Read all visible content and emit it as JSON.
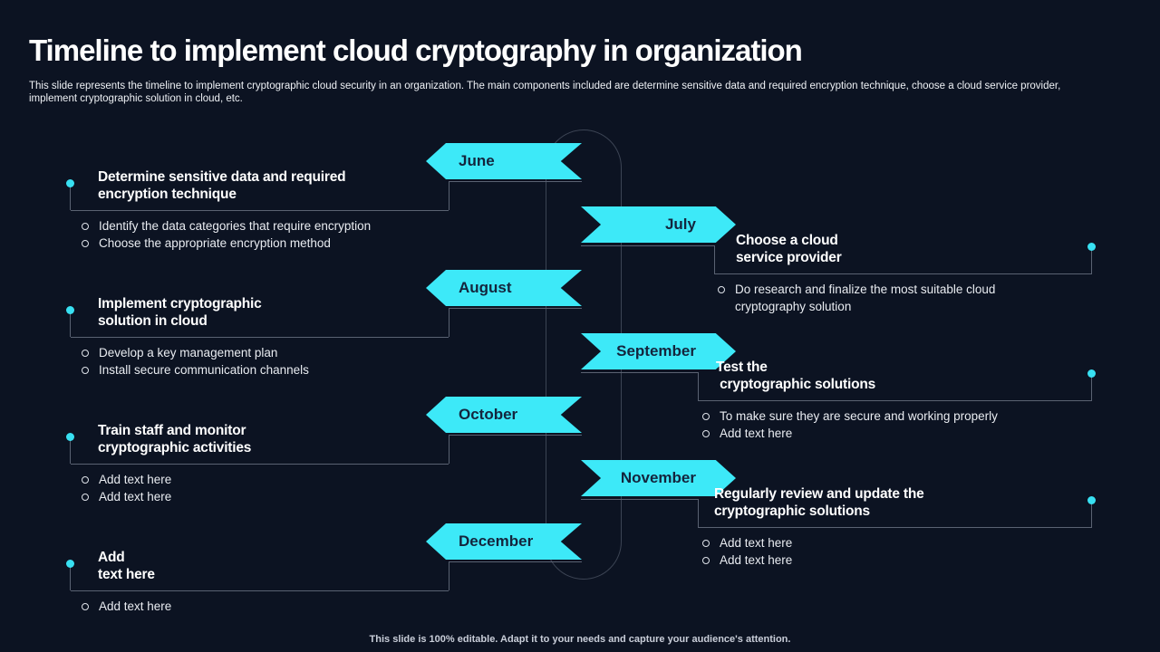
{
  "slide": {
    "title": "Timeline to implement cloud cryptography in organization",
    "subtitle": "This slide represents the timeline to implement cryptographic cloud security in an organization. The main components included are determine sensitive data and required encryption technique, choose a cloud service provider, implement cryptographic solution in cloud, etc.",
    "footer": "This slide is 100% editable.  Adapt it to your needs and capture your audience's attention."
  },
  "colors": {
    "background": "#0C1322",
    "accent_cyan": "#3DE9F8",
    "month_text": "#14253D",
    "line_gray": "#5A6272",
    "capsule_gray": "#3C4454",
    "dot_cyan": "#38E0F2",
    "text_white": "#FFFFFF"
  },
  "timeline": {
    "rows": [
      {
        "month": "June",
        "side": "left",
        "title_lines": [
          "Determine sensitive data and required",
          "encryption technique"
        ],
        "bullets": [
          "Identify the data categories that require encryption",
          "Choose the appropriate encryption method"
        ]
      },
      {
        "month": "July",
        "side": "right",
        "title_lines": [
          "Choose a cloud",
          "service provider"
        ],
        "bullets": [
          "Do research and finalize the most suitable cloud cryptography solution"
        ]
      },
      {
        "month": "August",
        "side": "left",
        "title_lines": [
          "Implement cryptographic",
          "solution in cloud"
        ],
        "bullets": [
          "Develop a key management plan",
          "Install secure communication channels"
        ]
      },
      {
        "month": "September",
        "side": "right",
        "title_lines": [
          "Test the",
          " cryptographic solutions"
        ],
        "bullets": [
          "To make sure they are secure and working properly",
          "Add text here"
        ]
      },
      {
        "month": "October",
        "side": "left",
        "title_lines": [
          "Train staff and monitor",
          "cryptographic activities"
        ],
        "bullets": [
          "Add text here",
          "Add text here"
        ]
      },
      {
        "month": "November",
        "side": "right",
        "title_lines": [
          "Regularly review and update the",
          "cryptographic solutions"
        ],
        "bullets": [
          "Add text here",
          "Add text here"
        ]
      },
      {
        "month": "December",
        "side": "left",
        "title_lines": [
          "Add",
          "text here"
        ],
        "bullets": [
          "Add text here"
        ]
      }
    ]
  }
}
